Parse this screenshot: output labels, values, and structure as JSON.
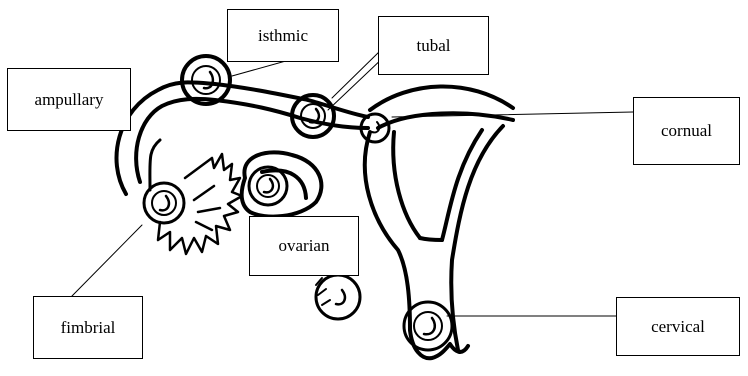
{
  "labels": {
    "isthmic": "isthmic",
    "tubal": "tubal",
    "ampullary": "ampullary",
    "cornual": "cornual",
    "ovarian": "ovarian",
    "fimbrial": "fimbrial",
    "cervical": "cervical"
  },
  "colors": {
    "line": "#000000",
    "background": "#ffffff"
  }
}
